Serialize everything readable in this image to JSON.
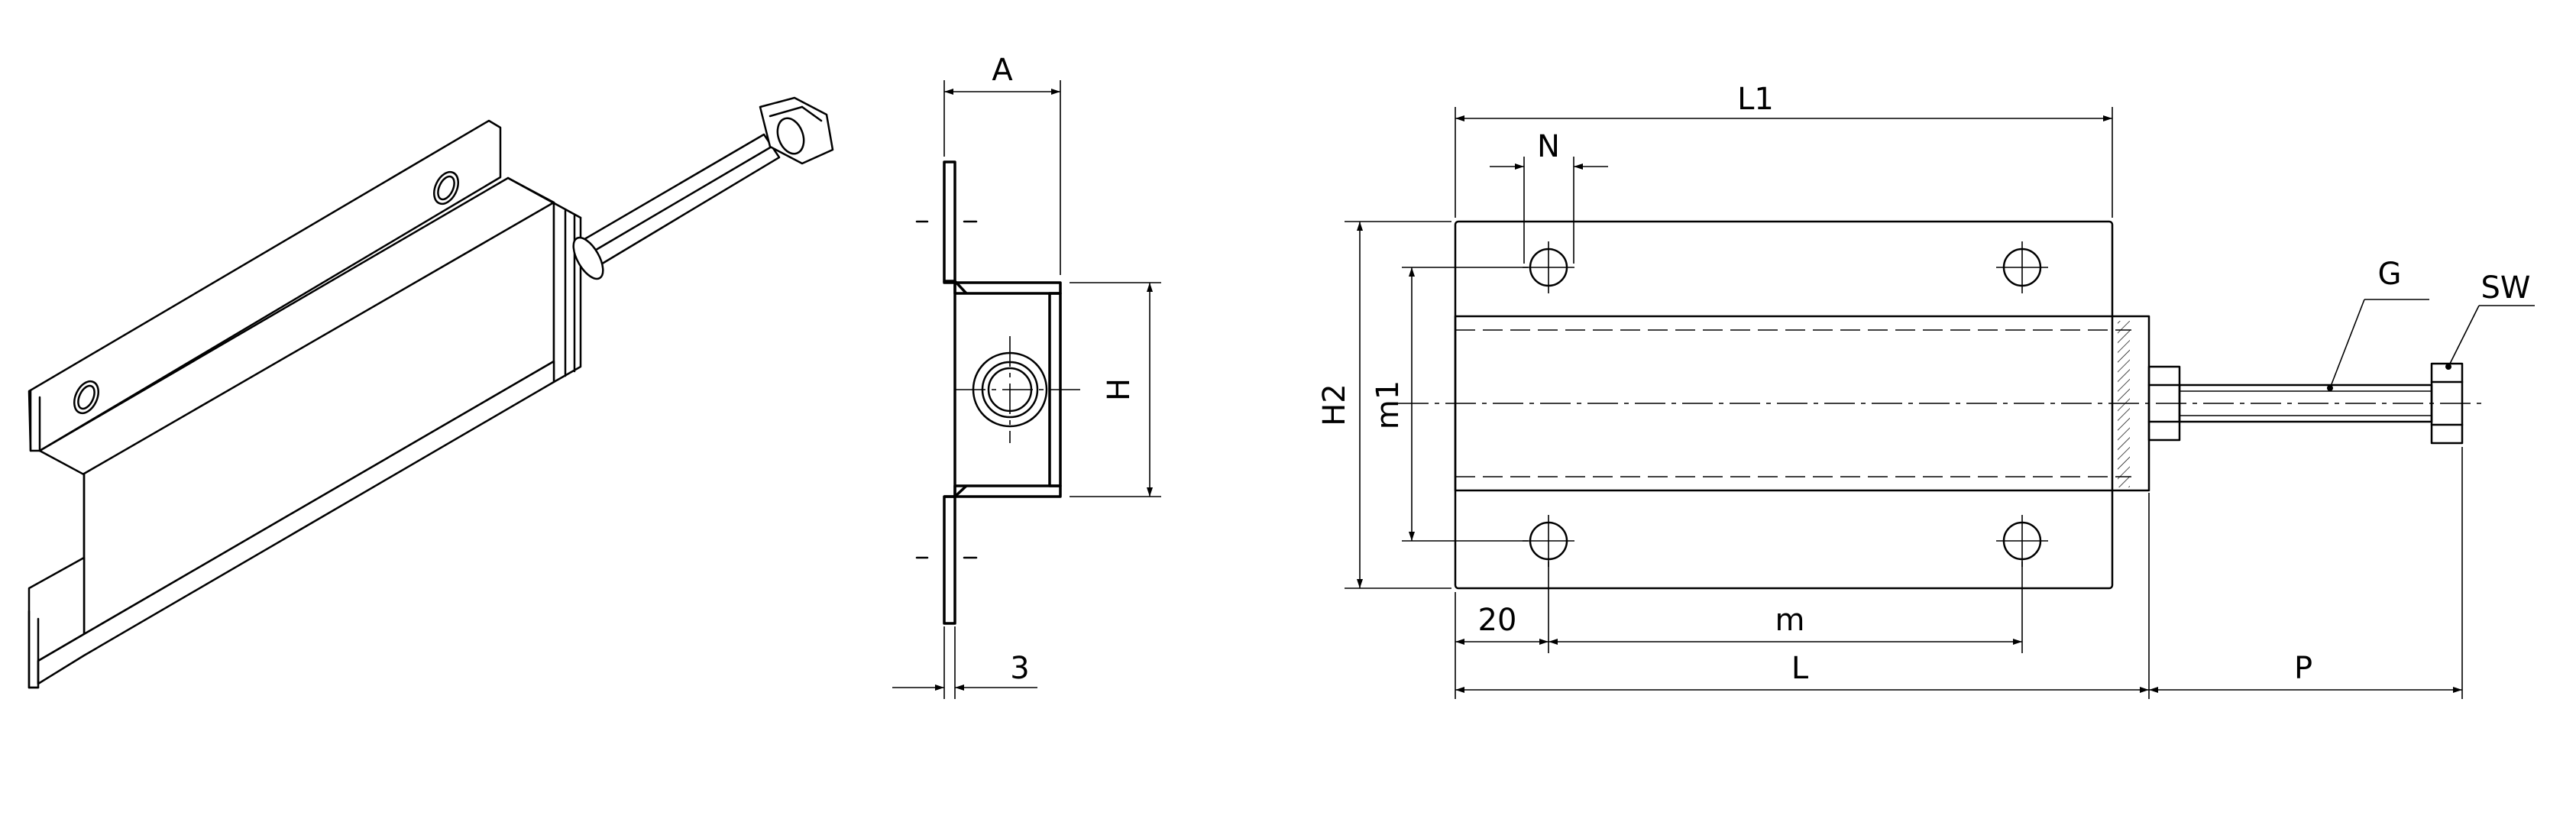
{
  "dimension_labels": {
    "A": "A",
    "H": "H",
    "thickness": "3",
    "L1": "L1",
    "N": "N",
    "H2": "H2",
    "m1": "m1",
    "G": "G",
    "SW": "SW",
    "edge_offset": "20",
    "m": "m",
    "L": "L",
    "P": "P"
  }
}
